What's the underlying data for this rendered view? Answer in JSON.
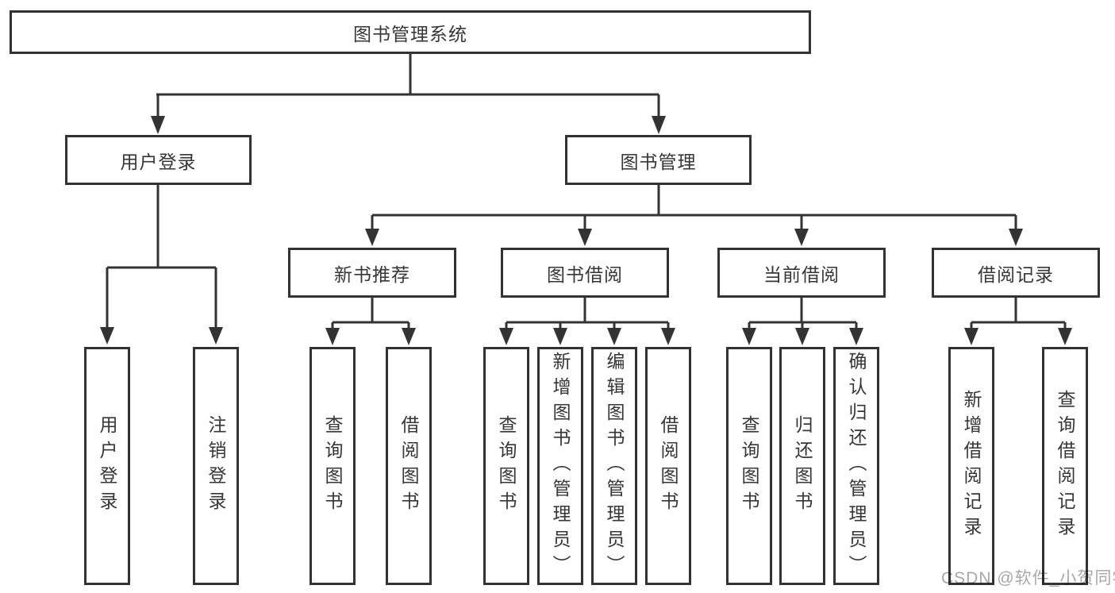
{
  "tree": {
    "root": {
      "label": "图书管理系统"
    },
    "branches": [
      {
        "label": "用户登录",
        "children": [
          {
            "label": "用户登录"
          },
          {
            "label": "注销登录"
          }
        ]
      },
      {
        "label": "图书管理",
        "children": [
          {
            "label": "新书推荐",
            "children": [
              {
                "label": "查询图书"
              },
              {
                "label": "借阅图书"
              }
            ]
          },
          {
            "label": "图书借阅",
            "children": [
              {
                "label": "查询图书"
              },
              {
                "label": "新增图书（管理员）"
              },
              {
                "label": "编辑图书（管理员）"
              },
              {
                "label": "借阅图书"
              }
            ]
          },
          {
            "label": "当前借阅",
            "children": [
              {
                "label": "查询图书"
              },
              {
                "label": "归还图书"
              },
              {
                "label": "确认归还（管理员）"
              }
            ]
          },
          {
            "label": "借阅记录",
            "children": [
              {
                "label": "新增借阅记录"
              },
              {
                "label": "查询借阅记录"
              }
            ]
          }
        ]
      }
    ]
  },
  "watermark": "CSDN @软件_小贺同学",
  "colors": {
    "line": "#333333",
    "text": "#363636",
    "watermark": "#a8a8a8",
    "background": "#ffffff"
  }
}
